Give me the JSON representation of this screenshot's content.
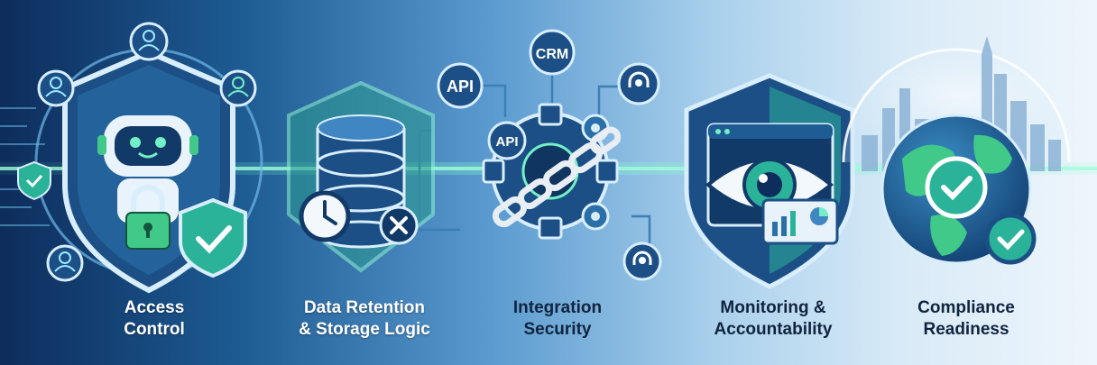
{
  "pillars": [
    {
      "label": "Access\nControl"
    },
    {
      "label": "Data Retention\n& Storage Logic"
    },
    {
      "label": "Integration\nSecurity"
    },
    {
      "label": "Monitoring &\nAccountability"
    },
    {
      "label": "Compliance\nReadiness"
    }
  ],
  "badges": {
    "api_top": "API",
    "crm": "CRM",
    "api_gear": "API"
  },
  "colors": {
    "navy": "#0d2d5c",
    "teal": "#2bb39a",
    "green": "#41c98a",
    "accent": "#7ff2c4"
  }
}
